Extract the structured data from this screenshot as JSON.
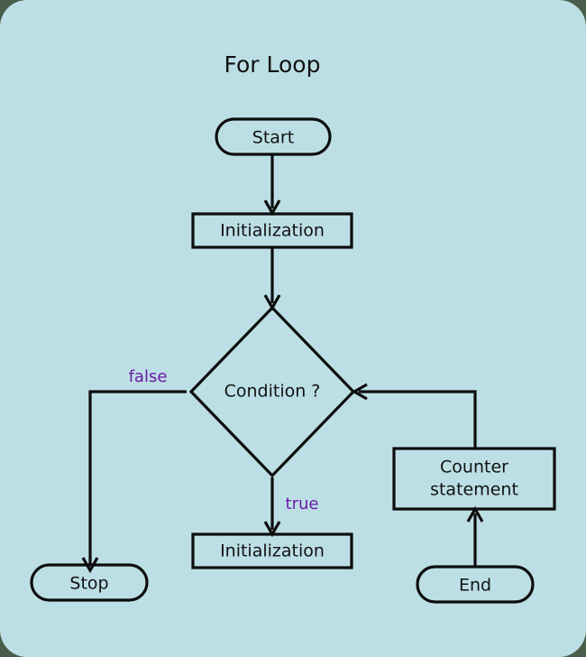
{
  "diagram": {
    "title": "For Loop",
    "background_color": "#bcdfe5",
    "page_color": "#4a5d4a",
    "stroke_color": "#0d0d0d",
    "text_color": "#111111",
    "label_color": "#6a1ba8",
    "nodes": [
      {
        "id": "start",
        "label": "Start",
        "shape": "terminator"
      },
      {
        "id": "init1",
        "label": "Initialization",
        "shape": "process"
      },
      {
        "id": "cond",
        "label": "Condition ?",
        "shape": "decision"
      },
      {
        "id": "init2",
        "label": "Initialization",
        "shape": "process"
      },
      {
        "id": "counter",
        "label_line1": "Counter",
        "label_line2": "statement",
        "shape": "process"
      },
      {
        "id": "stop",
        "label": "Stop",
        "shape": "terminator"
      },
      {
        "id": "end",
        "label": "End",
        "shape": "terminator"
      }
    ],
    "edge_labels": {
      "false_branch": "false",
      "true_branch": "true"
    }
  }
}
